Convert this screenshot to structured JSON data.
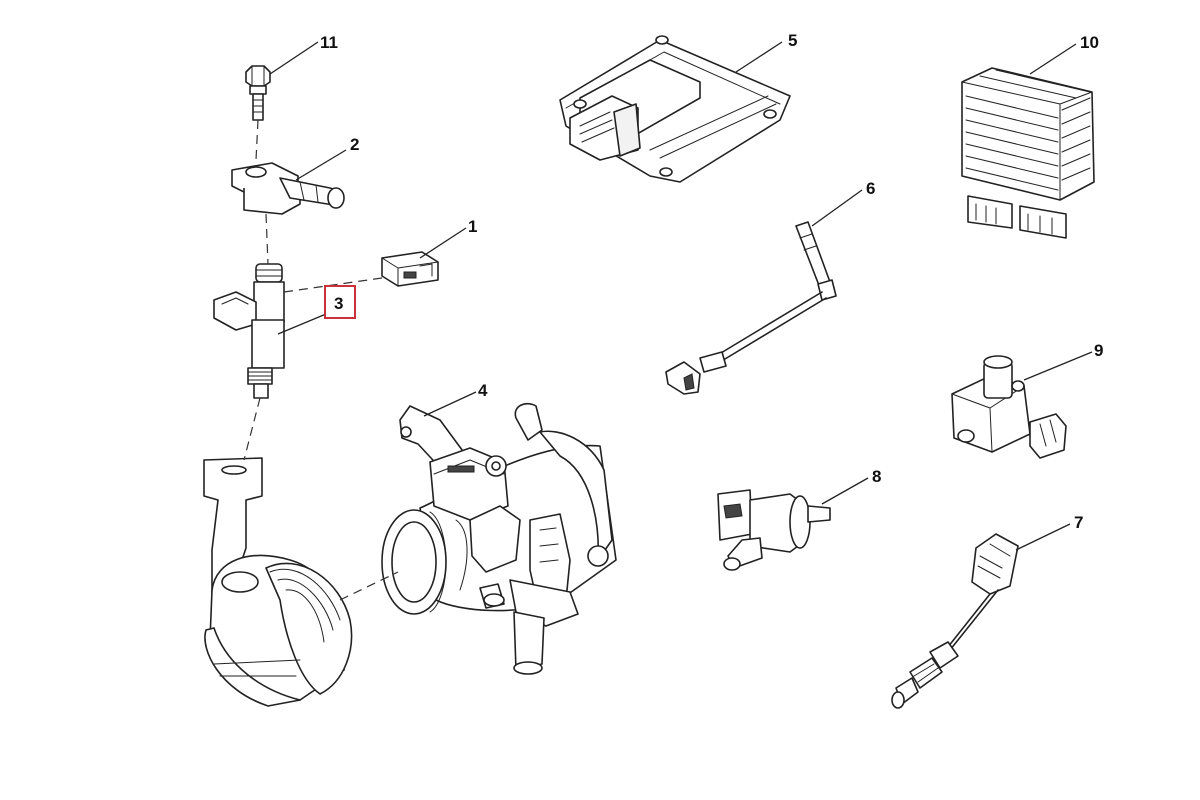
{
  "callouts": {
    "c1": "1",
    "c2": "2",
    "c3": "3",
    "c4": "4",
    "c5": "5",
    "c6": "6",
    "c7": "7",
    "c8": "8",
    "c9": "9",
    "c10": "10",
    "c11": "11"
  },
  "highlighted": "3",
  "colors": {
    "highlight": "#c8323a",
    "line": "#222222",
    "background": "#ffffff"
  }
}
